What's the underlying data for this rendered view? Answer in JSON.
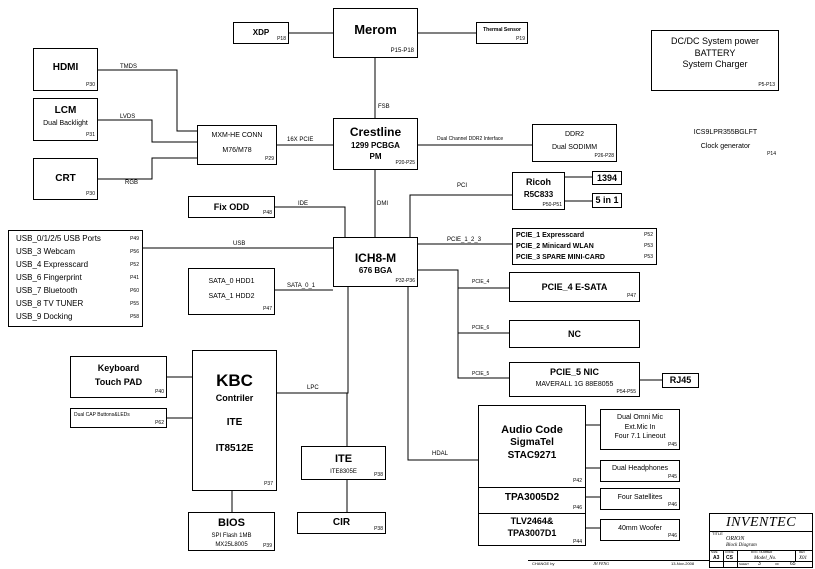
{
  "blocks": {
    "merom": {
      "name": "Merom",
      "page": "P15-P18"
    },
    "xdp": {
      "name": "XDP",
      "page": "P18"
    },
    "thermal": {
      "name": "Thermal Sensor",
      "page": "P19"
    },
    "dcdc": {
      "line1": "DC/DC System power",
      "line2": "BATTERY",
      "line3": "System Charger",
      "page": "P5-P13"
    },
    "hdmi": {
      "name": "HDMI",
      "page": "P30"
    },
    "lcm": {
      "name": "LCM",
      "sub": "Dual Backlight",
      "page": "P31"
    },
    "crt": {
      "name": "CRT",
      "page": "P30"
    },
    "mxm": {
      "line1": "MXM-HE CONN",
      "line2": "M76/M78",
      "page": "P29"
    },
    "crestline": {
      "name": "Crestline",
      "line2": "1299 PCBGA",
      "line3": "PM",
      "page": "P20-P25"
    },
    "ddr2": {
      "name": "DDR2",
      "sub": "Dual SODIMM",
      "page": "P26-P28"
    },
    "ics": {
      "name": "ICS9LPR355BGLFT",
      "sub": "Clock generator",
      "page": "P14"
    },
    "ricoh": {
      "name": "Ricoh",
      "sub": "R5C833",
      "page": "P50-P51"
    },
    "p1394": {
      "name": "1394"
    },
    "fivein1": {
      "name": "5 in 1"
    },
    "fixodd": {
      "name": "Fix ODD",
      "page": "P48"
    },
    "usblist": {
      "items": [
        {
          "label": "USB_0/1/2/5 USB Ports",
          "page": "P49"
        },
        {
          "label": "USB_3 Webcam",
          "page": "P56"
        },
        {
          "label": "USB_4 Expresscard",
          "page": "P52"
        },
        {
          "label": "USB_6 Fingerprint",
          "page": "P41"
        },
        {
          "label": "USB_7 Bluetooth",
          "page": "P60"
        },
        {
          "label": "USB_8 TV TUNER",
          "page": "P55"
        },
        {
          "label": "USB_9 Docking",
          "page": "P58"
        }
      ]
    },
    "ich8": {
      "name": "ICH8-M",
      "sub": "676 BGA",
      "page": "P32-P36"
    },
    "pcie123": {
      "items": [
        {
          "label": "PCIE_1 Expresscard",
          "page": "P52"
        },
        {
          "label": "PCIE_2 Minicard WLAN",
          "page": "P53"
        },
        {
          "label": "PCIE_3 SPARE MINI-CARD",
          "page": "P53"
        }
      ]
    },
    "sata": {
      "line1": "SATA_0 HDD1",
      "line2": "SATA_1 HDD2",
      "page": "P47"
    },
    "esata": {
      "name": "PCIE_4 E-SATA",
      "page": "P47"
    },
    "nc": {
      "name": "NC"
    },
    "nic": {
      "name": "PCIE_5 NIC",
      "sub": "MAVERALL 1G 88E8055",
      "page": "P54-P55"
    },
    "rj45": {
      "name": "RJ45"
    },
    "kbd": {
      "line1": "Keyboard",
      "line2": "Touch PAD",
      "page": "P40"
    },
    "capbtn": {
      "name": "Dual CAP Buttons&LEDs",
      "page": "P62"
    },
    "kbc": {
      "name": "KBC",
      "line2": "Contriler",
      "line3": "ITE",
      "line4": "IT8512E",
      "page": "P37"
    },
    "ite": {
      "name": "ITE",
      "sub": "ITE8305E",
      "page": "P38"
    },
    "cir": {
      "name": "CIR",
      "page": "P38"
    },
    "bios": {
      "name": "BIOS",
      "sub": "SPI Flash 1MB",
      "sub2": "MX25L8005",
      "page": "P39"
    },
    "audio": {
      "line1": "Audio Code",
      "line2": "SigmaTel",
      "line3": "STAC9271",
      "page": "P42"
    },
    "tpa1": {
      "name": "TPA3005D2",
      "page": "P46"
    },
    "tpa2": {
      "line1": "TLV2464&",
      "line2": "TPA3007D1",
      "page": "P44"
    },
    "omnimic": {
      "line1": "Dual Omni Mic",
      "line2": "Ext.Mic  In",
      "line3": "Four 7.1 Lineout",
      "page": "P45"
    },
    "headphones": {
      "name": "Dual Headphones",
      "page": "P45"
    },
    "satellites": {
      "name": "Four Satellites",
      "page": "P46"
    },
    "woofer": {
      "name": "40mm Woofer",
      "page": "P46"
    }
  },
  "buses": {
    "tmds": "TMDS",
    "lvds": "LVDS",
    "rgb": "RGB",
    "pcie16": "16X  PCIE",
    "fsb": "FSB",
    "ddr2iface": "Dual Channel DDR2 Interface",
    "dmi": "DMI",
    "pci": "PCI",
    "ide": "IDE",
    "usb": "USB",
    "pcie123": "PCIE_1_2_3",
    "sata01": "SATA_0_1",
    "pcie4": "PCIE_4",
    "pcie6": "PCIE_6",
    "pcie5": "PCIE_5",
    "lpc": "LPC",
    "hdal": "HDAL"
  },
  "title_block": {
    "company": "INVENTEC",
    "title_label": "TITLE",
    "project": "ORION",
    "doc_title": "Block Diagram",
    "size_label": "SIZE",
    "size": "A3",
    "code_label": "CODE",
    "code": "CS",
    "doc_number_label": "DOC. NUMBER",
    "doc_number": "Model_No.",
    "rev_label": "REV",
    "rev": "X01",
    "changed_by_label": "CHANGE by",
    "changed_by": "JH FENG",
    "date": "13-Nov-2008",
    "sheet_label": "SHEET",
    "sheet": "3",
    "of_label": "OF",
    "total": "65"
  }
}
